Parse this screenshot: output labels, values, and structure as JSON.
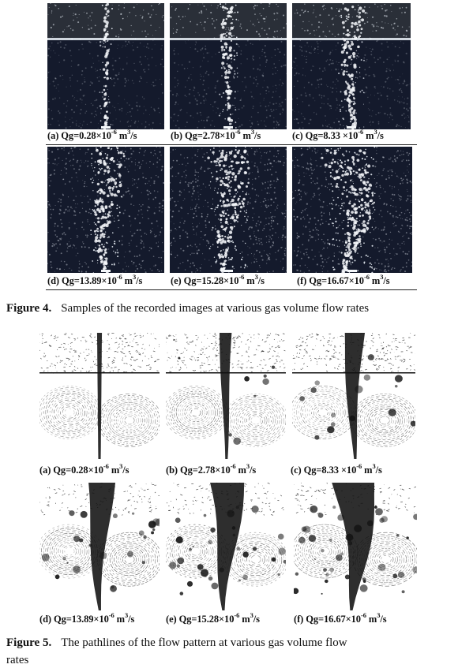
{
  "figure4": {
    "label": "Figure 4.",
    "caption": "Samples of the recorded images at various gas volume flow rates",
    "panels": [
      {
        "tag": "(a) Qg=0.28×10",
        "exp": "-6",
        "unit": " m",
        "unit_exp": "3",
        "tail": "/s"
      },
      {
        "tag": "(b) Qg=2.78×10",
        "exp": "-6",
        "unit": " m",
        "unit_exp": "3",
        "tail": "/s"
      },
      {
        "tag": "(c) Qg=8.33 ×10",
        "exp": "-6",
        "unit": " m",
        "unit_exp": "3",
        "tail": "/s"
      },
      {
        "tag": "(d) Qg=13.89×10",
        "exp": "-6",
        "unit": " m",
        "unit_exp": "3",
        "tail": "/s"
      },
      {
        "tag": "(e) Qg=15.28×10",
        "exp": "-6",
        "unit": " m",
        "unit_exp": "3",
        "tail": "/s"
      },
      {
        "tag": "(f) Qg=16.67×10",
        "exp": "-6",
        "unit": " m",
        "unit_exp": "3",
        "tail": "/s"
      }
    ]
  },
  "figure5": {
    "label": "Figure 5.",
    "caption_line1": "The pathlines of the flow pattern at various gas volume flow",
    "caption_line2": "rates",
    "panels": [
      {
        "tag": "(a) Qg=0.28×10",
        "exp": "-6",
        "unit": " m",
        "unit_exp": "3",
        "tail": "/s"
      },
      {
        "tag": "(b) Qg=2.78×10",
        "exp": "-6",
        "unit": " m",
        "unit_exp": "3",
        "tail": "/s"
      },
      {
        "tag": "(c) Qg=8.33 ×10",
        "exp": "-6",
        "unit": " m",
        "unit_exp": "3",
        "tail": "/s"
      },
      {
        "tag": "(d) Qg=13.89×10",
        "exp": "-6",
        "unit": " m",
        "unit_exp": "3",
        "tail": "/s"
      },
      {
        "tag": "(e) Qg=15.28×10",
        "exp": "-6",
        "unit": " m",
        "unit_exp": "3",
        "tail": "/s"
      },
      {
        "tag": "(f) Qg=16.67×10",
        "exp": "-6",
        "unit": " m",
        "unit_exp": "3",
        "tail": "/s"
      }
    ]
  },
  "colors": {
    "photo_dark": "#141a2c",
    "photo_bubbles": "#e8eef5",
    "pathline_ink": "#111111",
    "paper": "#ffffff"
  }
}
